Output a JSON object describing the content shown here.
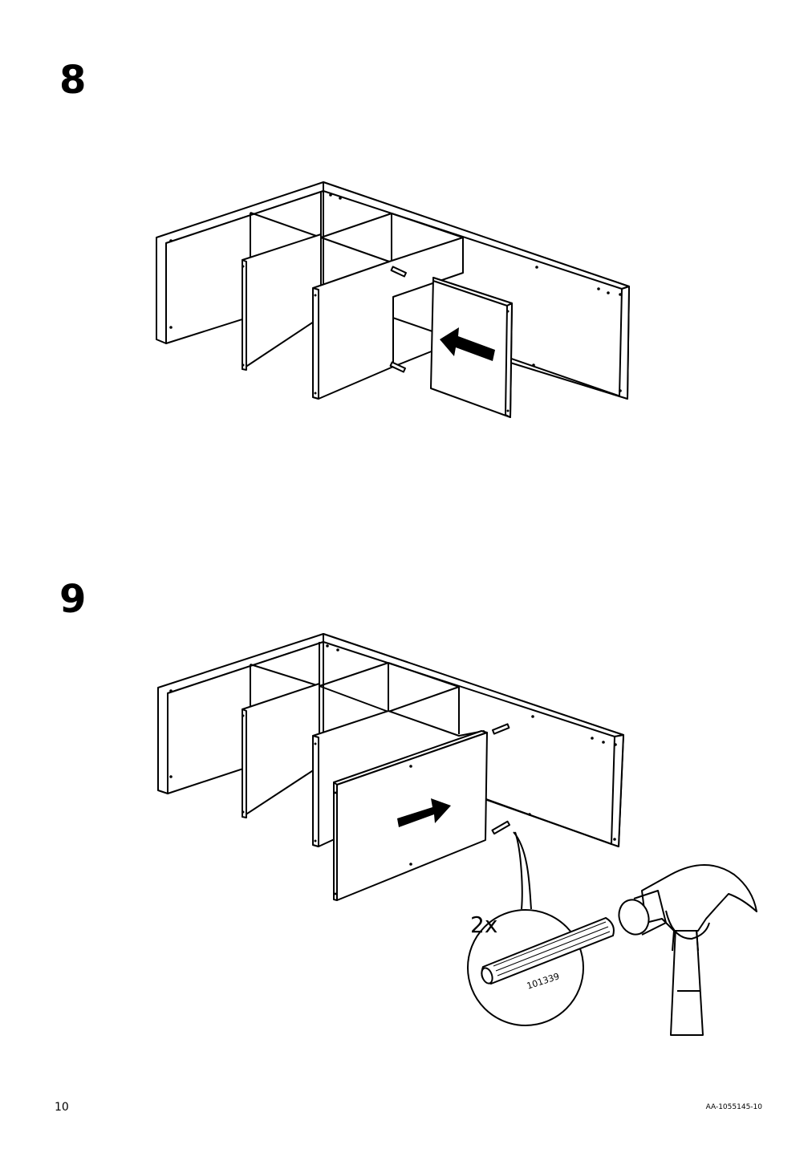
{
  "steps": [
    {
      "number": "8"
    },
    {
      "number": "9",
      "quantity": "2x",
      "part_number": "101339"
    }
  ],
  "footer": {
    "page_number": "10",
    "document_code": "AA-1055145-10"
  },
  "icons": [
    "shelf-unit-drawing",
    "push-arrow-icon",
    "dowel-icon",
    "hammer-icon"
  ]
}
